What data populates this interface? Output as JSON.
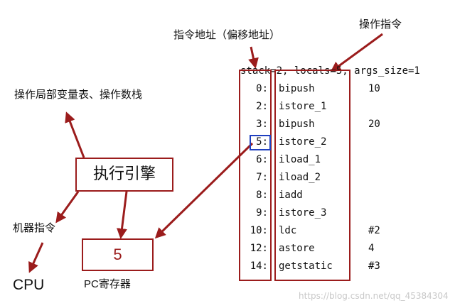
{
  "labels": {
    "offset_address": "指令地址（偏移地址）",
    "operate_instruction": "操作指令",
    "stack_header": "stack=2, locals=5, args_size=1",
    "operate_locals": "操作局部变量表、操作数栈",
    "engine": "执行引擎",
    "machine_instruction": "机器指令",
    "cpu": "CPU",
    "pc_value": "5",
    "pc_register": "PC寄存器",
    "watermark": "https://blog.csdn.net/qq_45384304"
  },
  "instructions": [
    {
      "offset": "0:",
      "op": "bipush",
      "arg": "10"
    },
    {
      "offset": "2:",
      "op": "istore_1",
      "arg": ""
    },
    {
      "offset": "3:",
      "op": "bipush",
      "arg": "20"
    },
    {
      "offset": "5:",
      "op": "istore_2",
      "arg": "",
      "highlight": true
    },
    {
      "offset": "6:",
      "op": "iload_1",
      "arg": ""
    },
    {
      "offset": "7:",
      "op": "iload_2",
      "arg": ""
    },
    {
      "offset": "8:",
      "op": "iadd",
      "arg": ""
    },
    {
      "offset": "9:",
      "op": "istore_3",
      "arg": ""
    },
    {
      "offset": "10:",
      "op": "ldc",
      "arg": "#2"
    },
    {
      "offset": "12:",
      "op": "astore",
      "arg": "4"
    },
    {
      "offset": "14:",
      "op": "getstatic",
      "arg": "#3"
    }
  ],
  "colors": {
    "accent": "#9b1c1c",
    "highlight": "#1f3fbf",
    "watermark": "#c8c8c8"
  }
}
